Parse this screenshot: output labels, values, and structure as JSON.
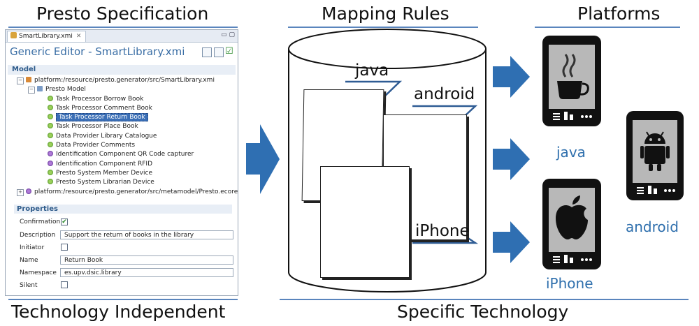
{
  "headings": {
    "left_top": "Presto Specification",
    "center_top": "Mapping Rules",
    "right_top": "Platforms",
    "left_bottom": "Technology Independent",
    "center_bottom": "Specific Technology"
  },
  "editor": {
    "tab_label": "SmartLibrary.xmi",
    "title": "Generic Editor - SmartLibrary.xmi",
    "model_section": "Model",
    "tree": [
      "platform:/resource/presto.generator/src/SmartLibrary.xmi",
      "Presto Model",
      "Task Processor Borrow Book",
      "Task Processor Comment Book",
      "Task Processor Return Book",
      "Task Processor Place Book",
      "Data Provider Library Catalogue",
      "Data Provider Comments",
      "Identification Component QR Code capturer",
      "Identification Component RFID",
      "Presto System Member Device",
      "Presto System Librarian Device",
      "platform:/resource/presto.generator/src/metamodel/Presto.ecore"
    ],
    "properties_section": "Properties",
    "properties": {
      "confirmation_label": "Confirmation",
      "confirmation_checked": true,
      "description_label": "Description",
      "description_value": "Support the return of books in the library",
      "initiator_label": "Initiator",
      "initiator_checked": false,
      "name_label": "Name",
      "name_value": "Return Book",
      "namespace_label": "Namespace",
      "namespace_value": "es.upv.dsic.library",
      "silent_label": "Silent",
      "silent_checked": false
    }
  },
  "mapping": {
    "labels": [
      "java",
      "android",
      "iPhone"
    ]
  },
  "platforms": {
    "java_label": "java",
    "android_label": "android",
    "iphone_label": "iPhone"
  },
  "colors": {
    "accent_blue": "#2e6fad",
    "arrow_blue": "#2f6fb2",
    "line_blue": "#5a85bd"
  }
}
